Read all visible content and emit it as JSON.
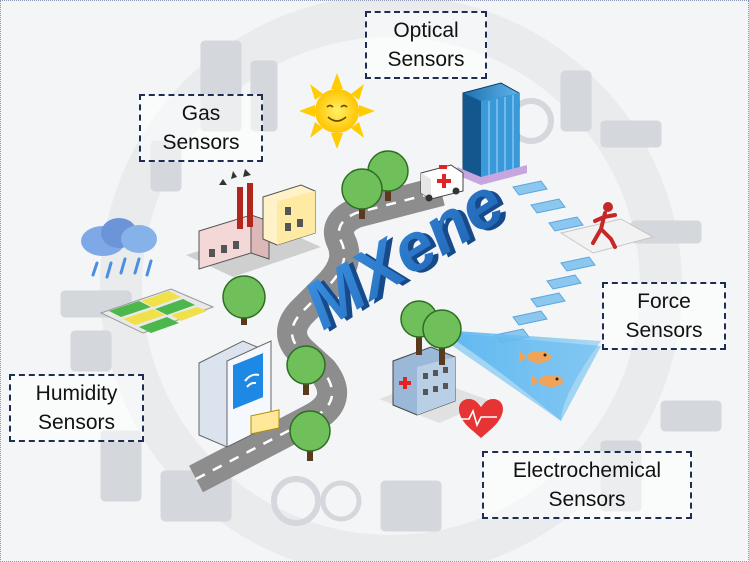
{
  "central_label": "MXene",
  "labels": {
    "optical": {
      "line1": "Optical",
      "line2": "Sensors"
    },
    "gas": {
      "line1": "Gas",
      "line2": "Sensors"
    },
    "force": {
      "line1": "Force",
      "line2": "Sensors"
    },
    "humidity": {
      "line1": "Humidity",
      "line2": "Sensors"
    },
    "electrochemical": {
      "line1": "Electrochemical",
      "line2": "Sensors"
    }
  },
  "colors": {
    "background": "#f4f5f7",
    "road": "#8d8d8d",
    "road_marking": "#ffffff",
    "mxene_text": "#2a7fd4",
    "tree": "#6fbf5a",
    "trunk": "#5a3a1e",
    "beam": "#5fb8f0",
    "sun": "#ffd21f",
    "label_border": "#1f2d52"
  }
}
